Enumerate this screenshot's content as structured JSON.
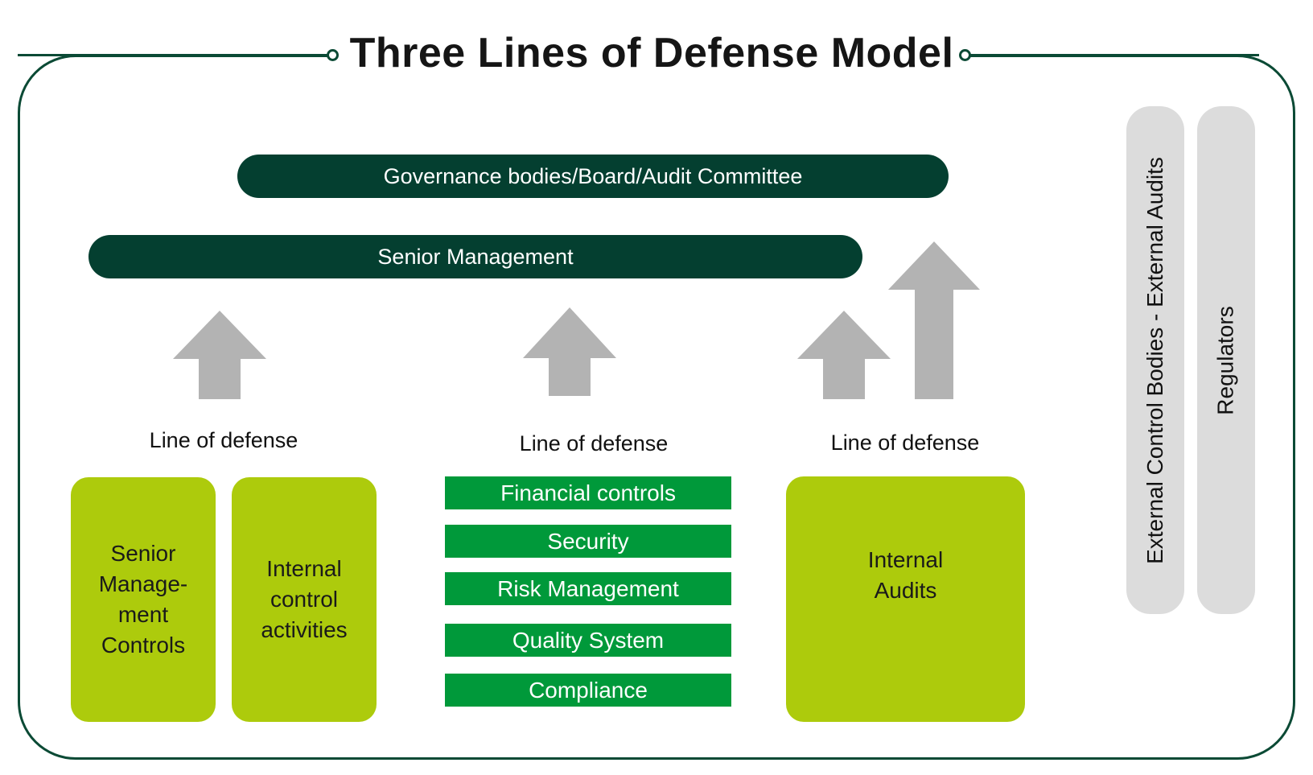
{
  "title": "Three Lines of Defense Model",
  "top_bars": {
    "governance": "Governance bodies/Board/Audit Committee",
    "senior_management": "Senior Management"
  },
  "lines": [
    {
      "label": "Line of defense",
      "boxes": [
        "Senior\nManage-\nment\nControls",
        "Internal\ncontrol\nactivities"
      ]
    },
    {
      "label": "Line of defense",
      "items": [
        "Financial controls",
        "Security",
        "Risk Management",
        "Quality System",
        "Compliance"
      ]
    },
    {
      "label": "Line of defense",
      "boxes": [
        "Internal\nAudits"
      ]
    }
  ],
  "external": {
    "bodies": "External Control Bodies - External Audits",
    "regulators": "Regulators"
  },
  "colors": {
    "dark_green": "#043f30",
    "frame_green": "#0b4a35",
    "lime": "#adcb0c",
    "bright_green": "#00993a",
    "arrow_gray": "#b3b3b3",
    "pill_gray": "#dcdcdc"
  }
}
